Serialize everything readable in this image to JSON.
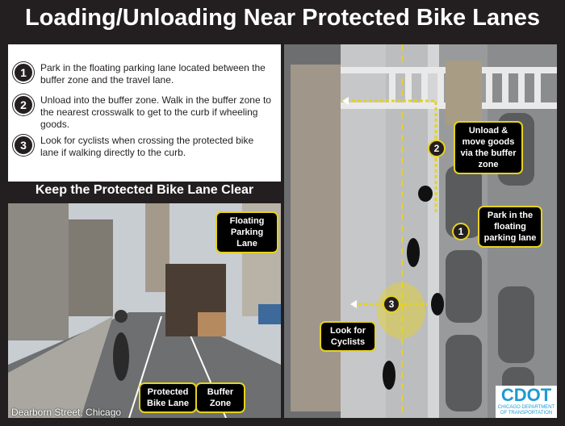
{
  "title": "Loading/Unloading Near Protected Bike Lanes",
  "steps": [
    {
      "num": "1",
      "text": "Park in the floating parking lane located between the buffer zone and the travel lane."
    },
    {
      "num": "2",
      "text": "Unload into the buffer zone. Walk in the buffer zone to the nearest crosswalk to get to the curb if wheeling goods."
    },
    {
      "num": "3",
      "text": "Look for cyclists when crossing the protected bike lane if walking directly to the curb."
    }
  ],
  "photo": {
    "heading": "Keep the Protected Bike Lane Clear",
    "labels": {
      "floating": "Floating Parking Lane",
      "protected": "Protected Bike Lane",
      "buffer": "Buffer Zone"
    },
    "caption": "Dearborn Street, Chicago"
  },
  "diagram": {
    "callouts": {
      "unload": {
        "num": "2",
        "text": "Unload & move goods via the buffer zone"
      },
      "park": {
        "num": "1",
        "text": "Park in the floating parking lane"
      },
      "look": {
        "num": "3",
        "text": "Look for Cyclists"
      }
    }
  },
  "logo": {
    "name": "CDOT",
    "sub1": "CHICAGO DEPARTMENT",
    "sub2": "OF TRANSPORTATION"
  },
  "colors": {
    "accent": "#e6d21e",
    "dark": "#231f20",
    "logo": "#1d9ad6"
  }
}
